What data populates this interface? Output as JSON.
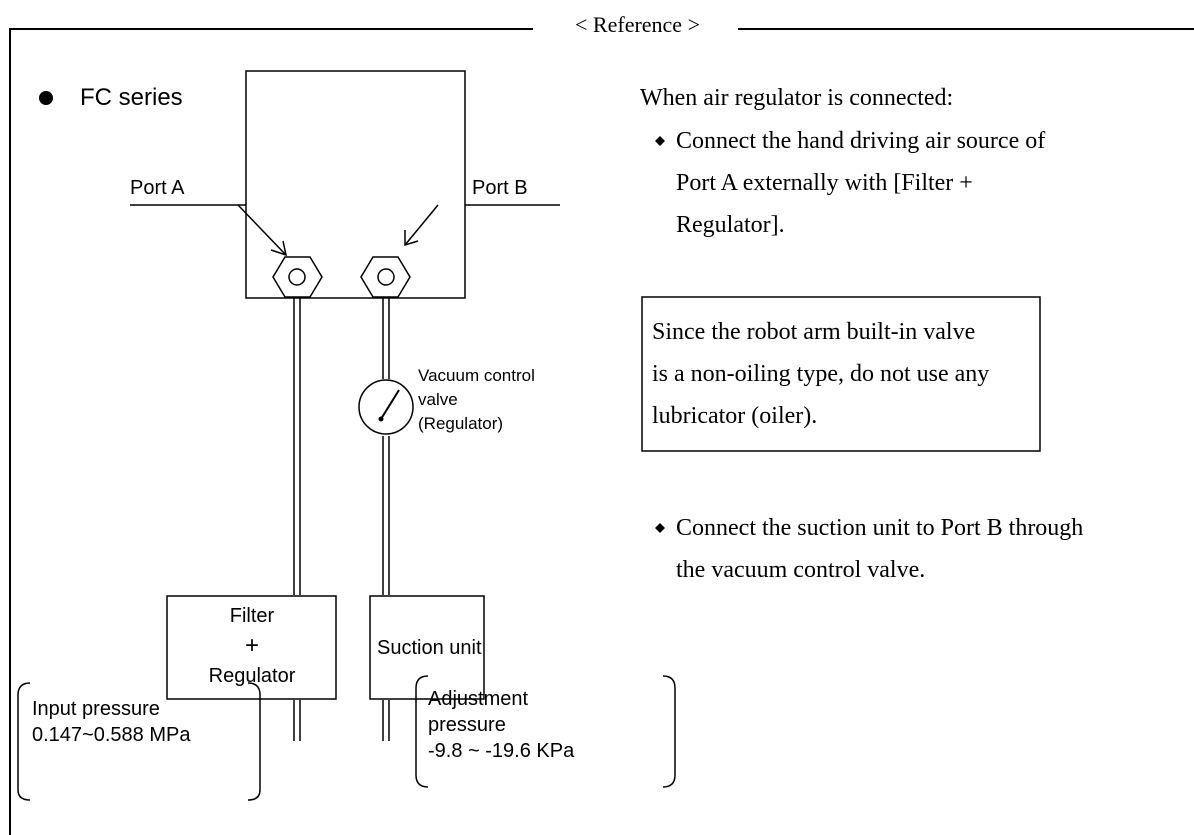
{
  "header": {
    "title": "< Reference >"
  },
  "diagram": {
    "heading": "FC series",
    "port_a": "Port A",
    "port_b": "Port B",
    "valve_label": [
      "Vacuum control",
      "valve",
      "(Regulator)"
    ],
    "filter_box": [
      "Filter",
      "+",
      "Regulator"
    ],
    "suction_box": "Suction unit",
    "input_pressure": [
      "Input pressure",
      "0.147~0.588 MPa"
    ],
    "adjust_pressure": [
      "Adjustment",
      "pressure",
      "-9.8 ~ -19.6 KPa"
    ]
  },
  "notes": {
    "intro": "When air regulator is connected:",
    "bullet1": [
      "Connect the hand driving air source of",
      "Port A externally with [Filter +",
      "Regulator]."
    ],
    "caution": [
      "Since the robot arm built-in valve",
      "is a non-oiling type, do not use any",
      "lubricator (oiler)."
    ],
    "bullet2": [
      "Connect the suction unit to Port B through",
      "the vacuum control valve."
    ]
  }
}
